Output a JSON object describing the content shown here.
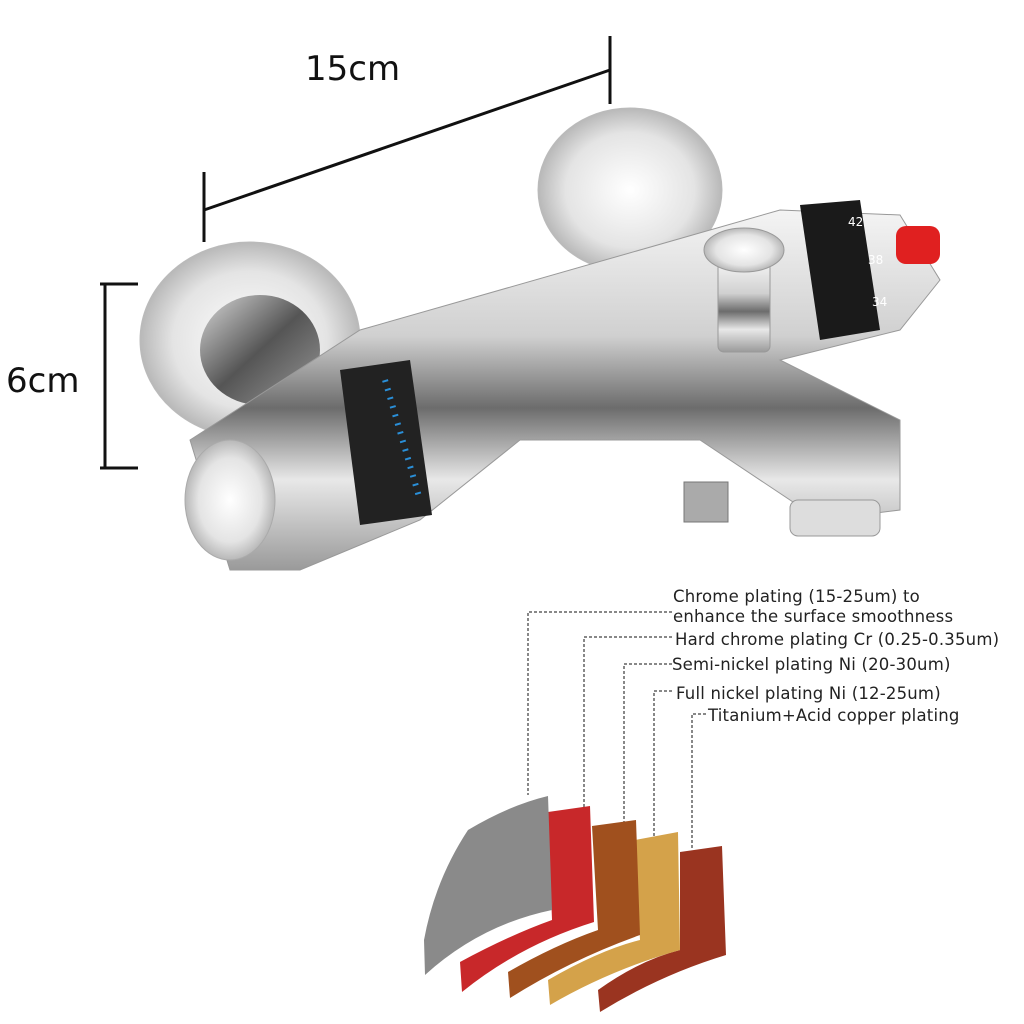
{
  "dimensions": {
    "width_label": "15cm",
    "height_label": "6cm"
  },
  "product": {
    "dial_numbers": [
      "42",
      "38",
      "34"
    ],
    "knob_color": "#e02020",
    "indicator_color": "#2a8fd8"
  },
  "layers": [
    {
      "label_line1": "Chrome plating (15-25um) to",
      "label_line2": "enhance the surface smoothness",
      "color": "#8a8a8a"
    },
    {
      "label_line1": "Hard chrome plating Cr (0.25-0.35um)",
      "color": "#c8282a"
    },
    {
      "label_line1": "Semi-nickel plating Ni (20-30um)",
      "color": "#a0501e"
    },
    {
      "label_line1": "Full nickel plating Ni (12-25um)",
      "color": "#d4a24a"
    },
    {
      "label_line1": "Titanium+Acid copper plating",
      "color": "#9a3420"
    }
  ]
}
